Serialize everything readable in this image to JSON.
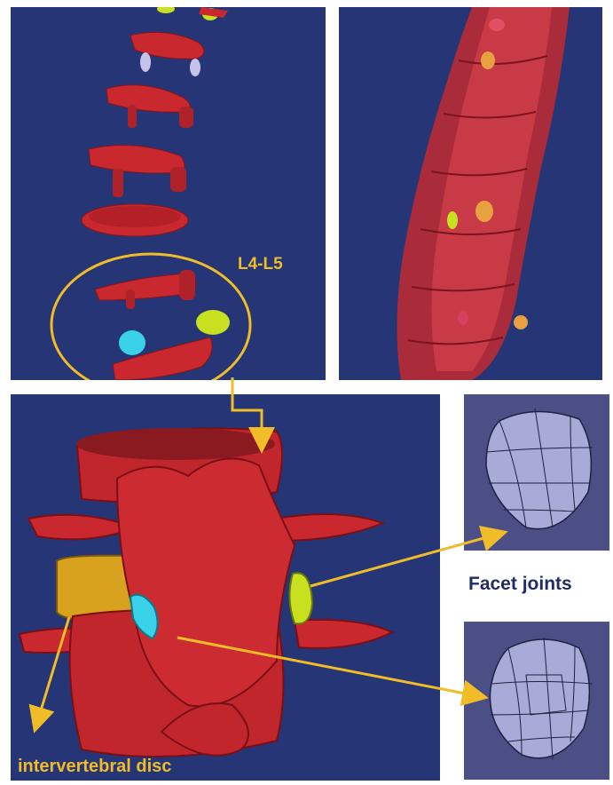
{
  "labels": {
    "segment": "L4-L5",
    "facet_joints": "Facet joints",
    "intervertebral_disc": "intervertebral disc"
  },
  "colors": {
    "panel_background": "#253575",
    "facet_panel_background": "#4b4f86",
    "vertebra": "#c8282e",
    "intervertebral_disc": "#d9a21e",
    "facet_joint_left": "#3ad2e8",
    "facet_joint_right": "#c8e020",
    "annotation": "#f0bc28",
    "mesh": "#c9cbe0"
  }
}
